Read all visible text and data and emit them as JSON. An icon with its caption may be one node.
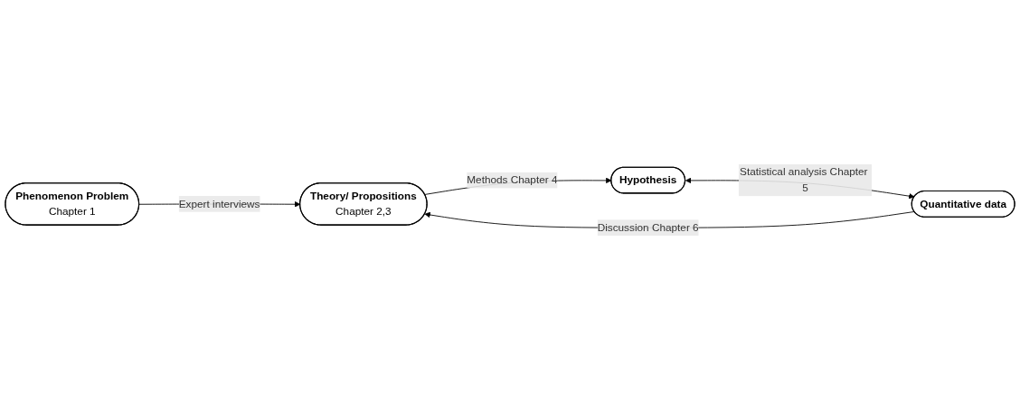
{
  "diagram": {
    "nodes": [
      {
        "text": [
          "Theory/ Propositions",
          "Chapter 2,3"
        ]
      },
      {
        "text": [
          "Hypothesis"
        ]
      },
      {
        "text": [
          "Phenomenon Problem",
          "Chapter 1"
        ]
      },
      {
        "text": [
          "Quantitative data"
        ]
      }
    ],
    "edges": [
      {
        "from": 0,
        "to": 1,
        "arrow": "to",
        "label": "Methods Chapter 4"
      },
      {
        "from": 2,
        "to": 0,
        "arrow": "to",
        "label": "Expert interviews"
      },
      {
        "from": 3,
        "to": 0,
        "arrow": "to",
        "label": "Discussion Chapter 6"
      },
      {
        "from": 1,
        "to": 3,
        "arrow": "both",
        "label": "Statistical analysis Chapter 5"
      }
    ]
  }
}
